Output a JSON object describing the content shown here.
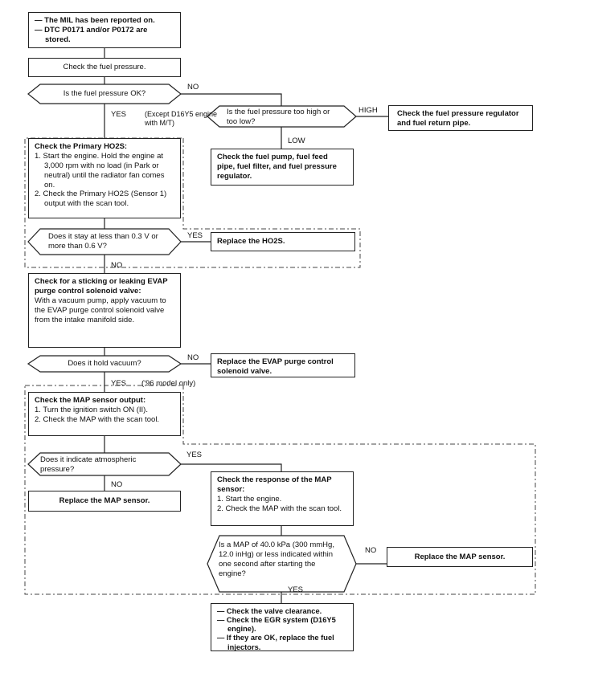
{
  "start": {
    "lines": [
      "— The MIL has been reported on.",
      "— DTC P0171 and/or P0172 are stored."
    ]
  },
  "check_fuel_pressure": "Check the fuel pressure.",
  "q_fuel_pressure_ok": "Is the fuel pressure OK?",
  "q_too_high_low": "Is the fuel pressure too high or too low?",
  "fix_regulator": "Check the fuel pressure regulator and fuel return pipe.",
  "fix_pump": "Check the fuel pump, fuel feed pipe, fuel filter, and fuel pressure regulator.",
  "ho2s": {
    "title": "Check the Primary HO2S:",
    "steps": [
      "1. Start the engine. Hold the engine at 3,000 rpm with no load (in Park or neutral) until the radiator fan comes on.",
      "2. Check the Primary HO2S (Sensor 1) output with the scan tool."
    ]
  },
  "q_ho2s_voltage": "Does it stay at less than 0.3 V or more than 0.6 V?",
  "replace_ho2s": "Replace the HO2S.",
  "evap": {
    "title": "Check for a sticking or leaking EVAP purge control solenoid valve:",
    "text": "With a vacuum pump, apply vacuum to the EVAP purge control solenoid valve from the intake manifold side."
  },
  "q_hold_vacuum": "Does it hold vacuum?",
  "replace_evap": "Replace the EVAP purge control solenoid valve.",
  "map": {
    "title": "Check the MAP sensor output:",
    "steps": [
      "1. Turn the ignition switch ON (II).",
      "2. Check the MAP with the scan tool."
    ]
  },
  "q_atmospheric": "Does it indicate atmospheric pressure?",
  "replace_map_1": "Replace the MAP sensor.",
  "map_response": {
    "title": "Check the response of the MAP sensor:",
    "steps": [
      "1. Start the engine.",
      "2. Check the MAP with the scan tool."
    ]
  },
  "q_map_40kpa": "Is a MAP of 40.0 kPa (300 mmHg, 12.0 inHg) or less indicated within one second after starting the engine?",
  "replace_map_2": "Replace the MAP sensor.",
  "final": {
    "lines": [
      "— Check the valve clearance.",
      "— Check the EGR system (D16Y5 engine).",
      "— If they are OK, replace the fuel injectors."
    ]
  },
  "labels": {
    "no": "NO",
    "yes": "YES",
    "high": "HIGH",
    "low": "LOW",
    "except_d16y5": "(Except D16Y5 engine with M/T)",
    "model_96": "('96 model only)"
  }
}
